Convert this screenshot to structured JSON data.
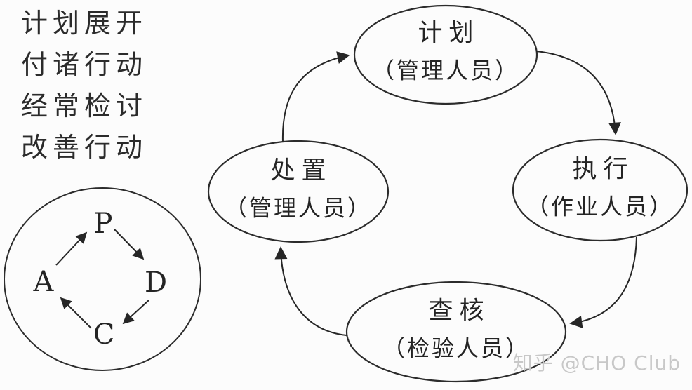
{
  "colors": {
    "background": "#fcfcfc",
    "ink": "#262626",
    "watermark_gray": "#c8c8c8"
  },
  "notes": {
    "lines": [
      "计划展开",
      "付诸行动",
      "经常检讨",
      "改善行动"
    ]
  },
  "pdca": {
    "letters": [
      "P",
      "A",
      "D",
      "C"
    ],
    "sequence": "A→P→D→C→A"
  },
  "cycle": {
    "nodes": [
      {
        "id": "plan",
        "title": "计划",
        "role": "（管理人员）"
      },
      {
        "id": "do",
        "title": "执行",
        "role": "（作业人员）"
      },
      {
        "id": "check",
        "title": "查核",
        "role": "（检验人员）"
      },
      {
        "id": "act",
        "title": "处置",
        "role": "（管理人员）"
      }
    ],
    "flow": "计划→执行→查核→处置→计划"
  },
  "watermark": {
    "text": "知乎 @CHO Club"
  }
}
